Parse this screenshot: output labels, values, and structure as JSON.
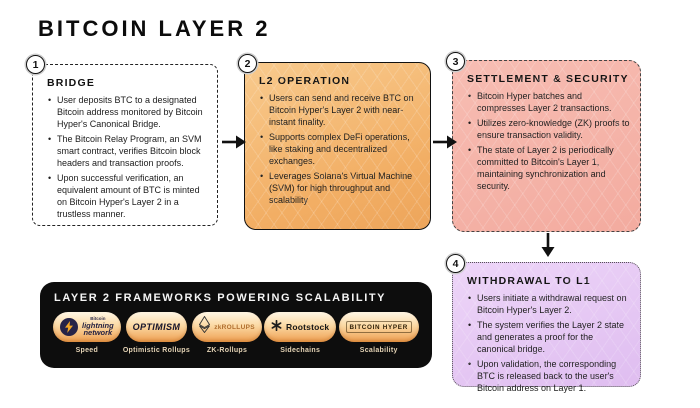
{
  "title": "BITCOIN LAYER 2",
  "steps": [
    {
      "number": "1",
      "heading": "BRIDGE",
      "bullets": [
        "User deposits BTC to a designated Bitcoin address monitored by Bitcoin Hyper's Canonical Bridge.",
        "The Bitcoin Relay Program, an SVM smart contract, verifies Bitcoin block headers and transaction proofs.",
        "Upon successful verification, an equivalent amount of BTC is minted on Bitcoin Hyper's Layer 2 in a trustless manner."
      ]
    },
    {
      "number": "2",
      "heading": "L2 OPERATION",
      "bullets": [
        "Users can send and receive BTC on Bitcoin Hyper's Layer 2 with near-instant finality.",
        "Supports complex DeFi operations, like staking and decentralized exchanges.",
        "Leverages Solana's Virtual Machine (SVM) for high throughput and scalability"
      ]
    },
    {
      "number": "3",
      "heading": "SETTLEMENT & SECURITY",
      "bullets": [
        "Bitcoin Hyper batches and compresses Layer 2 transactions.",
        "Utilizes zero-knowledge (ZK) proofs to ensure transaction validity.",
        "The state of Layer 2 is periodically committed to Bitcoin's Layer 1, maintaining synchronization and security."
      ]
    },
    {
      "number": "4",
      "heading": "WITHDRAWAL TO L1",
      "bullets": [
        "Users initiate a withdrawal request on Bitcoin Hyper's Layer 2.",
        "The system verifies the Layer 2 state and generates a proof for the canonical bridge.",
        "Upon validation, the corresponding BTC is released back to the user's Bitcoin address on Layer 1."
      ]
    }
  ],
  "frameworks": {
    "heading": "LAYER 2 FRAMEWORKS POWERING SCALABILITY",
    "items": [
      {
        "logo_top": "Bitcoin",
        "logo_line1": "lightning",
        "logo_line2": "network",
        "label": "Speed",
        "icon": "lightning-bolt-icon"
      },
      {
        "logo": "OPTIMISM",
        "label": "Optimistic Rollups"
      },
      {
        "logo": "zkROLLUPS",
        "label": "ZK-Rollups",
        "icon": "ethereum-diamond-icon"
      },
      {
        "logo": "Rootstock",
        "label": "Sidechains",
        "icon": "rootstock-asterisk-icon"
      },
      {
        "logo": "BITCOIN HYPER",
        "label": "Scalability"
      }
    ]
  },
  "colors": {
    "l2_operation_bg": "#f2ae64",
    "settlement_bg": "#f3ab9f",
    "withdrawal_bg": "#e3c3f1",
    "panel_bg": "#0d0d0d",
    "pill_top": "#fff7e6",
    "pill_bottom": "#ee9f51",
    "arrow": "#111111"
  }
}
